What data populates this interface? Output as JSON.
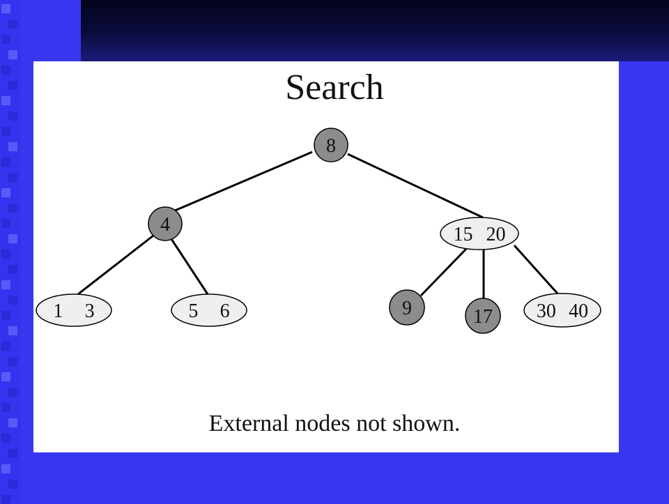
{
  "title": "Search",
  "caption": "External nodes not shown.",
  "colors": {
    "background": "#3838f0",
    "panel": "#ffffff",
    "dark_node": "#8c8c8c",
    "light_node": "#efefef",
    "edge": "#000000"
  },
  "tree": {
    "nodes": [
      {
        "id": "n8",
        "keys": [
          "8"
        ],
        "style": "dark"
      },
      {
        "id": "n4",
        "keys": [
          "4"
        ],
        "style": "dark"
      },
      {
        "id": "n15-20",
        "keys": [
          "15",
          "20"
        ],
        "style": "light"
      },
      {
        "id": "n1-3",
        "keys": [
          "1",
          "3"
        ],
        "style": "light"
      },
      {
        "id": "n5-6",
        "keys": [
          "5",
          "6"
        ],
        "style": "light"
      },
      {
        "id": "n9",
        "keys": [
          "9"
        ],
        "style": "dark"
      },
      {
        "id": "n17",
        "keys": [
          "17"
        ],
        "style": "dark"
      },
      {
        "id": "n30-40",
        "keys": [
          "30",
          "40"
        ],
        "style": "light"
      }
    ],
    "edges": [
      [
        "n8",
        "n4"
      ],
      [
        "n8",
        "n15-20"
      ],
      [
        "n4",
        "n1-3"
      ],
      [
        "n4",
        "n5-6"
      ],
      [
        "n15-20",
        "n9"
      ],
      [
        "n15-20",
        "n17"
      ],
      [
        "n15-20",
        "n30-40"
      ]
    ]
  }
}
